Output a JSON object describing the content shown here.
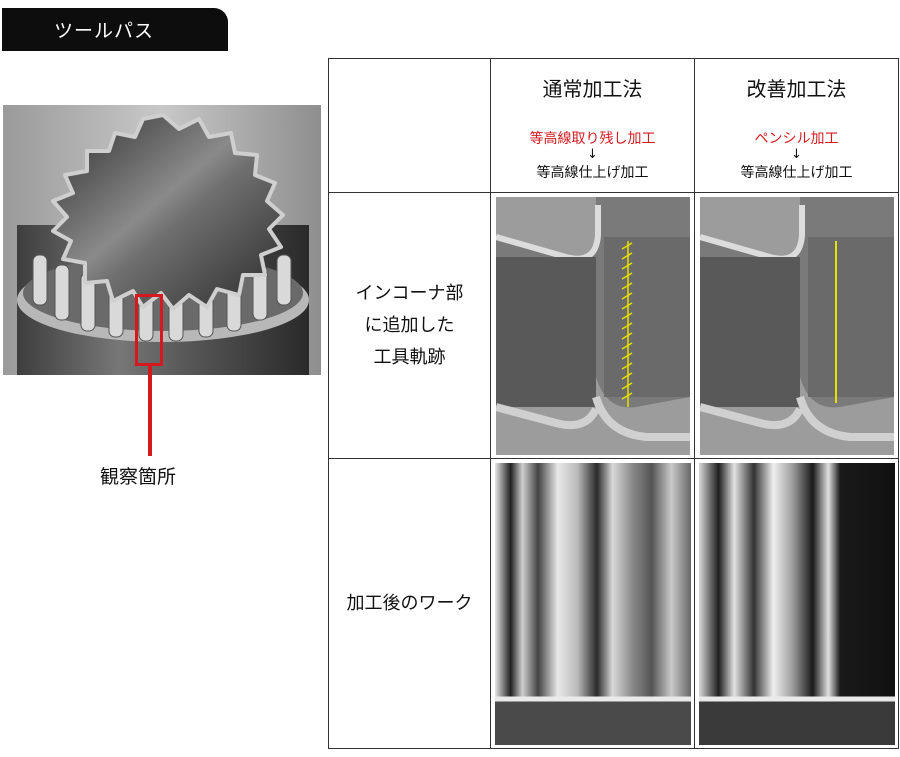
{
  "section_tag": "ツールパス",
  "photo": {
    "callout_label": "観察箇所"
  },
  "table": {
    "columns": [
      {
        "title": "通常加工法",
        "method_red": "等高線取り残し加工",
        "arrow": "↓",
        "method_black": "等高線仕上げ加工"
      },
      {
        "title": "改善加工法",
        "method_red": "ペンシル加工",
        "arrow": "↓",
        "method_black": "等高線仕上げ加工"
      }
    ],
    "rows": [
      {
        "label_lines": [
          "インコーナ部",
          "に追加した",
          "工具軌跡"
        ]
      },
      {
        "label_lines": [
          "加工後のワーク"
        ]
      }
    ]
  },
  "colors": {
    "accent_red": "#d51a1f",
    "toolpath_yellow": "#e8e000",
    "tag_bg": "#0d0d0d"
  }
}
